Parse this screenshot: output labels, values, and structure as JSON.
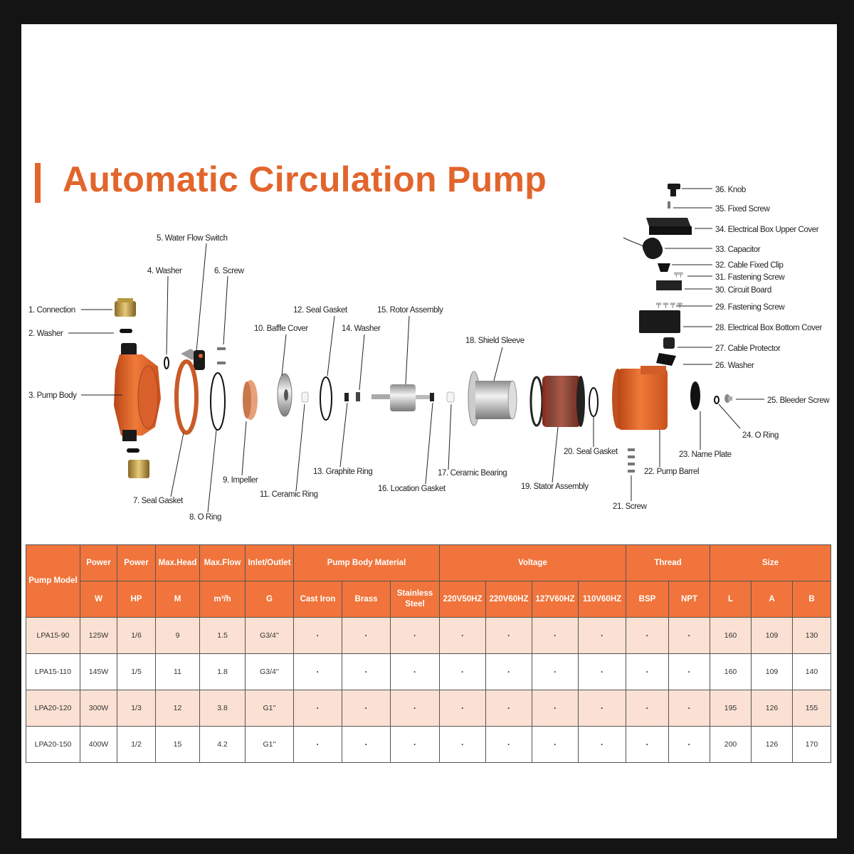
{
  "title": "Automatic Circulation Pump",
  "colors": {
    "accent": "#e2652c",
    "header": "#f0743b",
    "row_alt": "#fbe1d3"
  },
  "parts": [
    "1. Connection",
    "2. Washer",
    "3. Pump Body",
    "4. Washer",
    "5. Water Flow Switch",
    "6. Screw",
    "7. Seal Gasket",
    "8. O Ring",
    "9. Impeller",
    "10. Baffle Cover",
    "11. Ceramic Ring",
    "12. Seal Gasket",
    "13. Graphite Ring",
    "14. Washer",
    "15. Rotor Assembly",
    "16. Location Gasket",
    "17. Ceramic Bearing",
    "18. Shield Sleeve",
    "19. Stator Assembly",
    "20. Seal Gasket",
    "21. Screw",
    "22. Pump Barrel",
    "23. Name Plate",
    "24. O Ring",
    "25. Bleeder Screw",
    "26. Washer",
    "27. Cable Protector",
    "28. Electrical Box Bottom Cover",
    "29. Fastening Screw",
    "30. Circuit Board",
    "31. Fastening Screw",
    "32. Cable Fixed Clip",
    "33. Capacitor",
    "34. Electrical Box Upper Cover",
    "35. Fixed Screw",
    "36. Knob"
  ],
  "table": {
    "header1": {
      "model": "Pump Model",
      "power_w": "Power",
      "power_hp": "Power",
      "head": "Max.Head",
      "flow": "Max.Flow",
      "inlet": "Inlet/Outlet",
      "material": "Pump Body Material",
      "voltage": "Voltage",
      "thread": "Thread",
      "size": "Size"
    },
    "header2": [
      "W",
      "HP",
      "M",
      "m³/h",
      "G",
      "Cast Iron",
      "Brass",
      "Stainless Steel",
      "220V50HZ",
      "220V60HZ",
      "127V60HZ",
      "110V60HZ",
      "BSP",
      "NPT",
      "L",
      "A",
      "B"
    ],
    "rows": [
      [
        "LPA15-90",
        "125W",
        "1/6",
        "9",
        "1.5",
        "G3/4''",
        "·",
        "·",
        "·",
        "·",
        "·",
        "·",
        "·",
        "·",
        "·",
        "160",
        "109",
        "130"
      ],
      [
        "LPA15-110",
        "145W",
        "1/5",
        "11",
        "1.8",
        "G3/4''",
        "·",
        "·",
        "·",
        "·",
        "·",
        "·",
        "·",
        "·",
        "·",
        "160",
        "109",
        "140"
      ],
      [
        "LPA20-120",
        "300W",
        "1/3",
        "12",
        "3.8",
        "G1''",
        "·",
        "·",
        "·",
        "·",
        "·",
        "·",
        "·",
        "·",
        "·",
        "195",
        "126",
        "155"
      ],
      [
        "LPA20-150",
        "400W",
        "1/2",
        "15",
        "4.2",
        "G1''",
        "·",
        "·",
        "·",
        "·",
        "·",
        "·",
        "·",
        "·",
        "·",
        "200",
        "126",
        "170"
      ]
    ]
  }
}
